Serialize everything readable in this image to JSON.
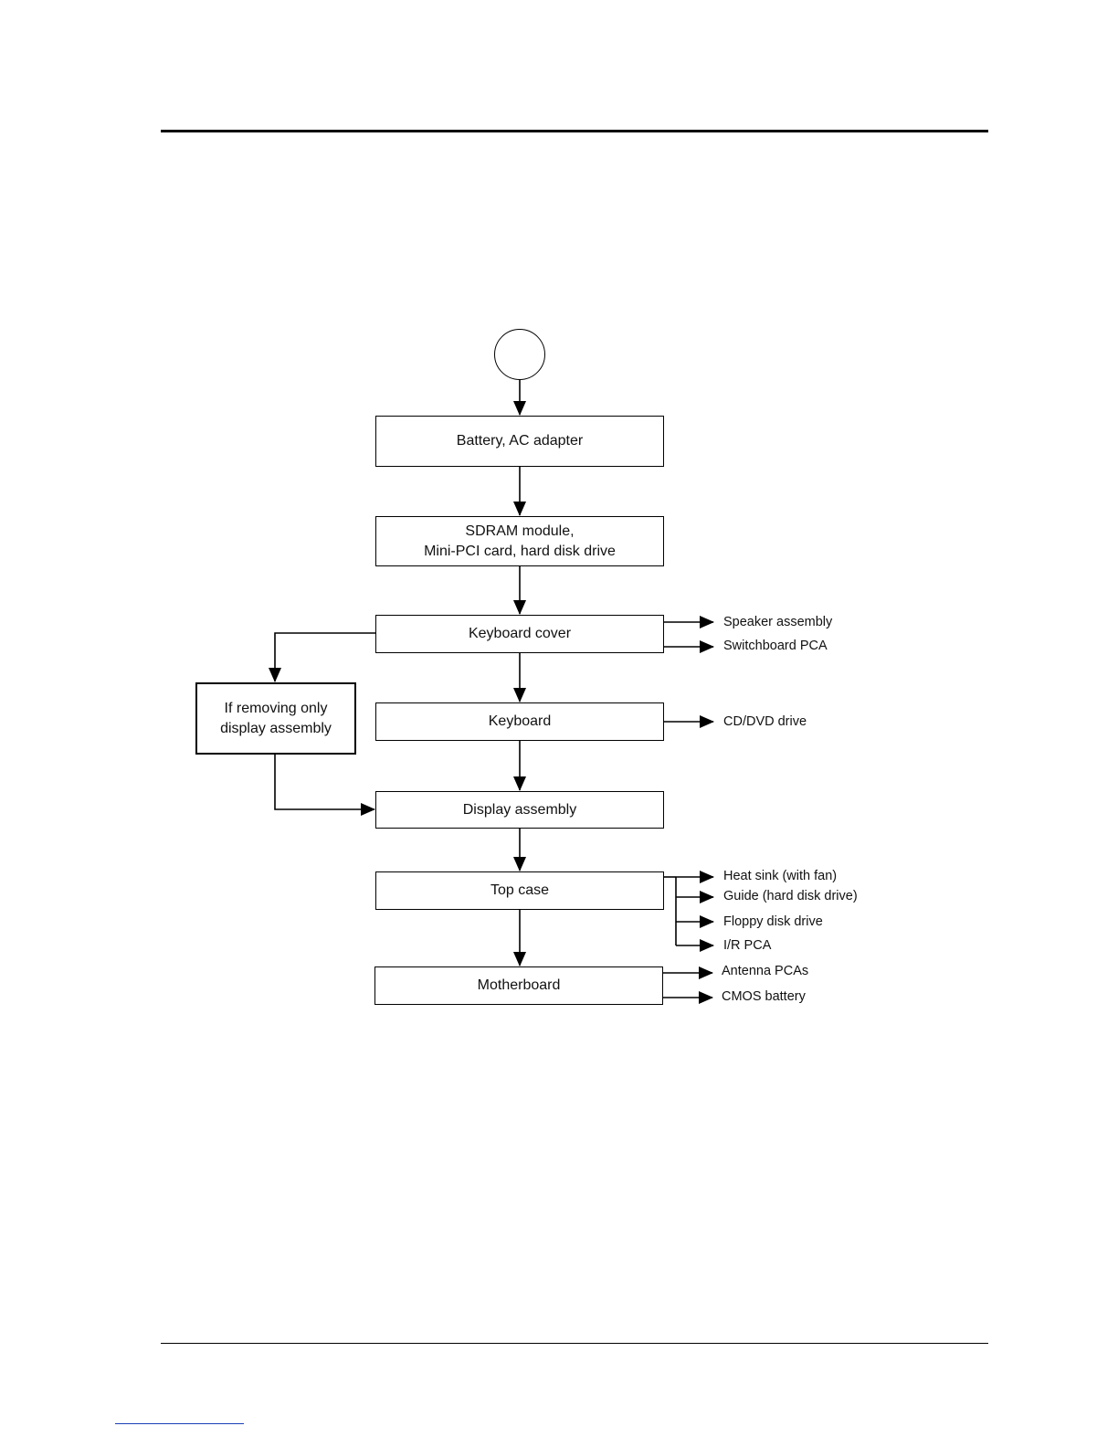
{
  "diagram": {
    "steps": {
      "battery": "Battery, AC adapter",
      "sdram_line1": "SDRAM module,",
      "sdram_line2": "Mini-PCI card, hard disk drive",
      "keyboard_cover": "Keyboard cover",
      "keyboard": "Keyboard",
      "display": "Display assembly",
      "top_case": "Top case",
      "motherboard": "Motherboard"
    },
    "side_note": {
      "line1": "If removing only",
      "line2": "display assembly"
    },
    "branches": {
      "keyboard_cover": [
        "Speaker assembly",
        "Switchboard PCA"
      ],
      "keyboard": [
        "CD/DVD drive"
      ],
      "top_case": [
        "Heat sink (with fan)",
        "Guide (hard disk drive)",
        "Floppy disk drive",
        "I/R PCA"
      ],
      "motherboard": [
        "Antenna PCAs",
        "CMOS battery"
      ]
    }
  }
}
